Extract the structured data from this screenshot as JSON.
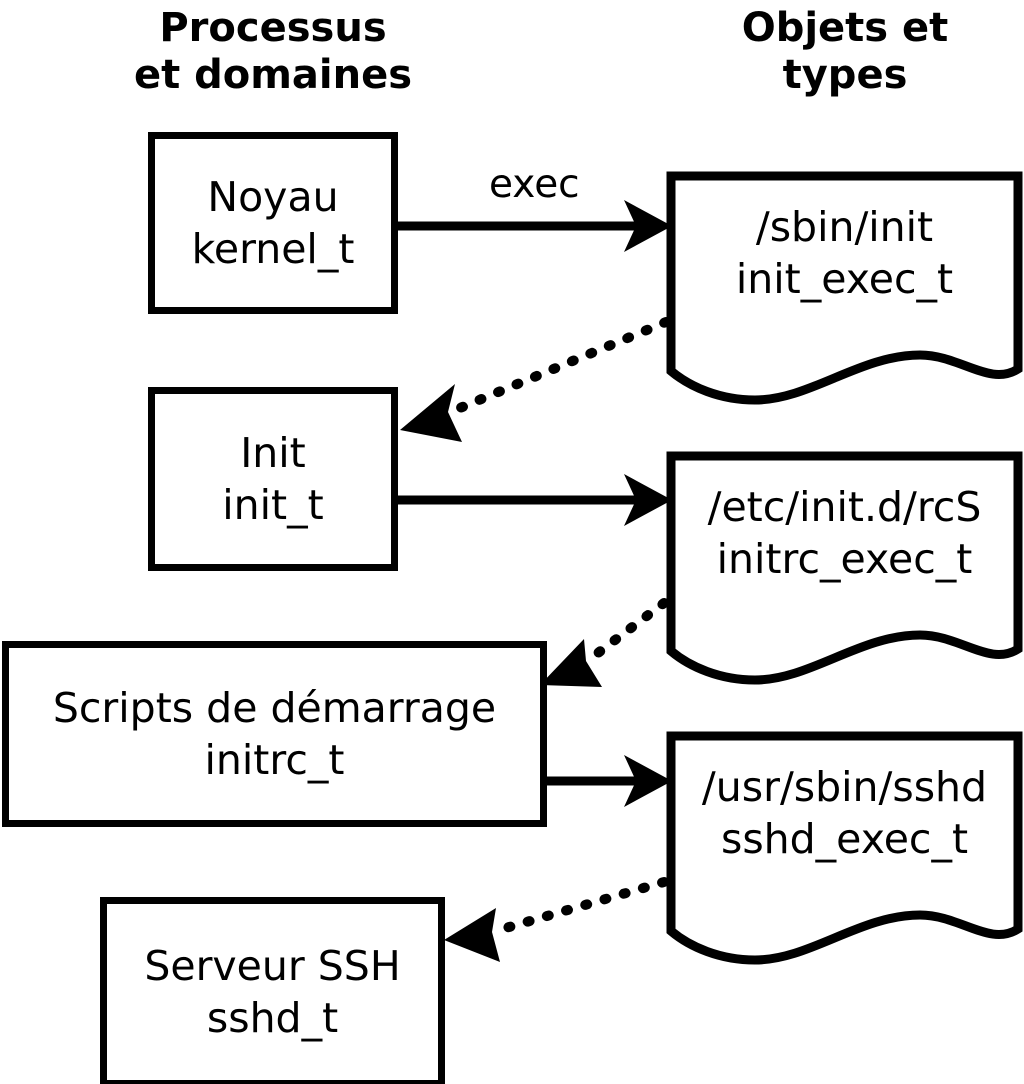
{
  "diagram": {
    "title_columns": {
      "left": "Processus\net domaines",
      "right": "Objets et\ntypes"
    },
    "ink_color": "#000000",
    "background_color": "#ffffff",
    "process_boxes": [
      {
        "id": "kernel",
        "line1": "Noyau",
        "line2": "kernel_t"
      },
      {
        "id": "init",
        "line1": "Init",
        "line2": "init_t"
      },
      {
        "id": "initrc",
        "line1": "Scripts de démarrage",
        "line2": "initrc_t"
      },
      {
        "id": "sshd",
        "line1": "Serveur SSH",
        "line2": "sshd_t"
      }
    ],
    "object_documents": [
      {
        "id": "init_exec",
        "line1": "/sbin/init",
        "line2": "init_exec_t"
      },
      {
        "id": "initrc_exec",
        "line1": "/etc/init.d/rcS",
        "line2": "initrc_exec_t"
      },
      {
        "id": "sshd_exec",
        "line1": "/usr/sbin/sshd",
        "line2": "sshd_exec_t"
      }
    ],
    "edges": [
      {
        "id": "kernel-exec-init_exec",
        "style": "solid",
        "label": "exec",
        "from": "kernel",
        "to": "init_exec"
      },
      {
        "id": "init_exec-transition-init",
        "style": "dotted",
        "label": "",
        "from": "init_exec",
        "to": "init"
      },
      {
        "id": "init-exec-initrc_exec",
        "style": "solid",
        "label": "",
        "from": "init",
        "to": "initrc_exec"
      },
      {
        "id": "initrc_exec-transition-initrc",
        "style": "dotted",
        "label": "",
        "from": "initrc_exec",
        "to": "initrc"
      },
      {
        "id": "initrc-exec-sshd_exec",
        "style": "solid",
        "label": "",
        "from": "initrc",
        "to": "sshd_exec"
      },
      {
        "id": "sshd_exec-transition-sshd",
        "style": "dotted",
        "label": "",
        "from": "sshd_exec",
        "to": "sshd"
      }
    ]
  }
}
